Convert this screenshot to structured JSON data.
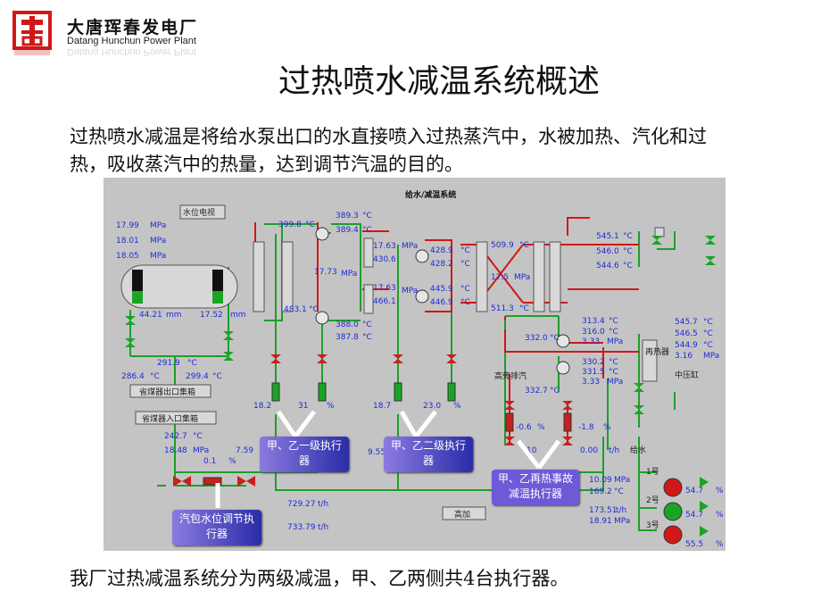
{
  "header": {
    "company_cn": "大唐珲春发电厂",
    "company_en": "Datang Hunchun Power Plant"
  },
  "slide": {
    "title": "过热喷水减温系统概述",
    "intro": "过热喷水减温是将给水泵出口的水直接喷入过热蒸汽中，水被加热、汽化和过热，吸收蒸汽中的热量，达到调节汽温的目的。",
    "bottom": "我厂过热减温系统分为两级减温，甲、乙两侧共4台执行器。"
  },
  "diagram": {
    "title": "给水/减温系统",
    "labels": {
      "water_level_tv": "水位电视",
      "economizer_out": "省煤器出口集箱",
      "economizer_in": "省煤器入口集箱",
      "high_add": "高加",
      "hp_bypass": "高旁排汽",
      "reheater": "再热器",
      "ip_cyl": "中压缸",
      "feedwater": "给水",
      "pump1": "1号",
      "pump2": "2号",
      "pump3": "3号"
    },
    "readouts": {
      "drum_p1": "17.99",
      "drum_p2": "18.01",
      "drum_p3": "18.05",
      "mpa": "MPa",
      "level_a": "44.21",
      "level_b": "17.52",
      "mm": "mm",
      "t_2919": "291.9",
      "t_2864": "286.4",
      "t_2994": "299.4",
      "degc": "°C",
      "t_2427": "242.7",
      "p_1848": "18.48",
      "v_759": "7.59",
      "v_01": "0.1",
      "pct": "%",
      "t_3998": "399.8",
      "t_3893": "389.3",
      "t_3894": "389.4",
      "p_1773": "17.73",
      "t_4831": "483.1",
      "t_3880": "388.0",
      "t_3878": "387.8",
      "p_1763a": "17.63",
      "t_4306": "430.6",
      "p_1763b": "17.63",
      "t_4661": "466.1",
      "t_4289": "428.9",
      "t_4282": "428.2",
      "t_4459": "445.9",
      "t_4469": "446.9",
      "t_5099": "509.9",
      "p_175": "17.5",
      "t_5113": "511.3",
      "t_5451": "545.1",
      "t_5460": "546.0",
      "t_5446": "544.6",
      "t_3134": "313.4",
      "t_3160": "316.0",
      "p_333a": "3.33",
      "t_3320": "332.0",
      "t_3302": "330.2",
      "t_3315": "331.5",
      "p_333b": "3.33",
      "t_3327": "332.7",
      "t_5457": "545.7",
      "t_5465": "546.5",
      "t_5449": "544.9",
      "p_316": "3.16",
      "v_182": "18.2",
      "v_31": "31",
      "v_187": "18.7",
      "v_230": "23.0",
      "v_955": "9.55",
      "v_10": "10",
      "v_m06": "-0.6",
      "v_m18": "-1.8",
      "v_000": "0.00",
      "th": "t/h",
      "f_72927": "729.27",
      "f_73379": "733.79",
      "p_1009": "10.09",
      "t_1692": "169.2",
      "f_17351": "173.51",
      "p_1891": "18.91",
      "s_547a": "54.7",
      "s_547b": "54.7",
      "s_555": "55.5"
    },
    "callouts": {
      "stage1": "甲、乙一级执行器",
      "stage2": "甲、乙二级执行器",
      "reheat": "甲、乙再热事故减温执行器",
      "drum": "汽包水位调节执行器"
    }
  }
}
